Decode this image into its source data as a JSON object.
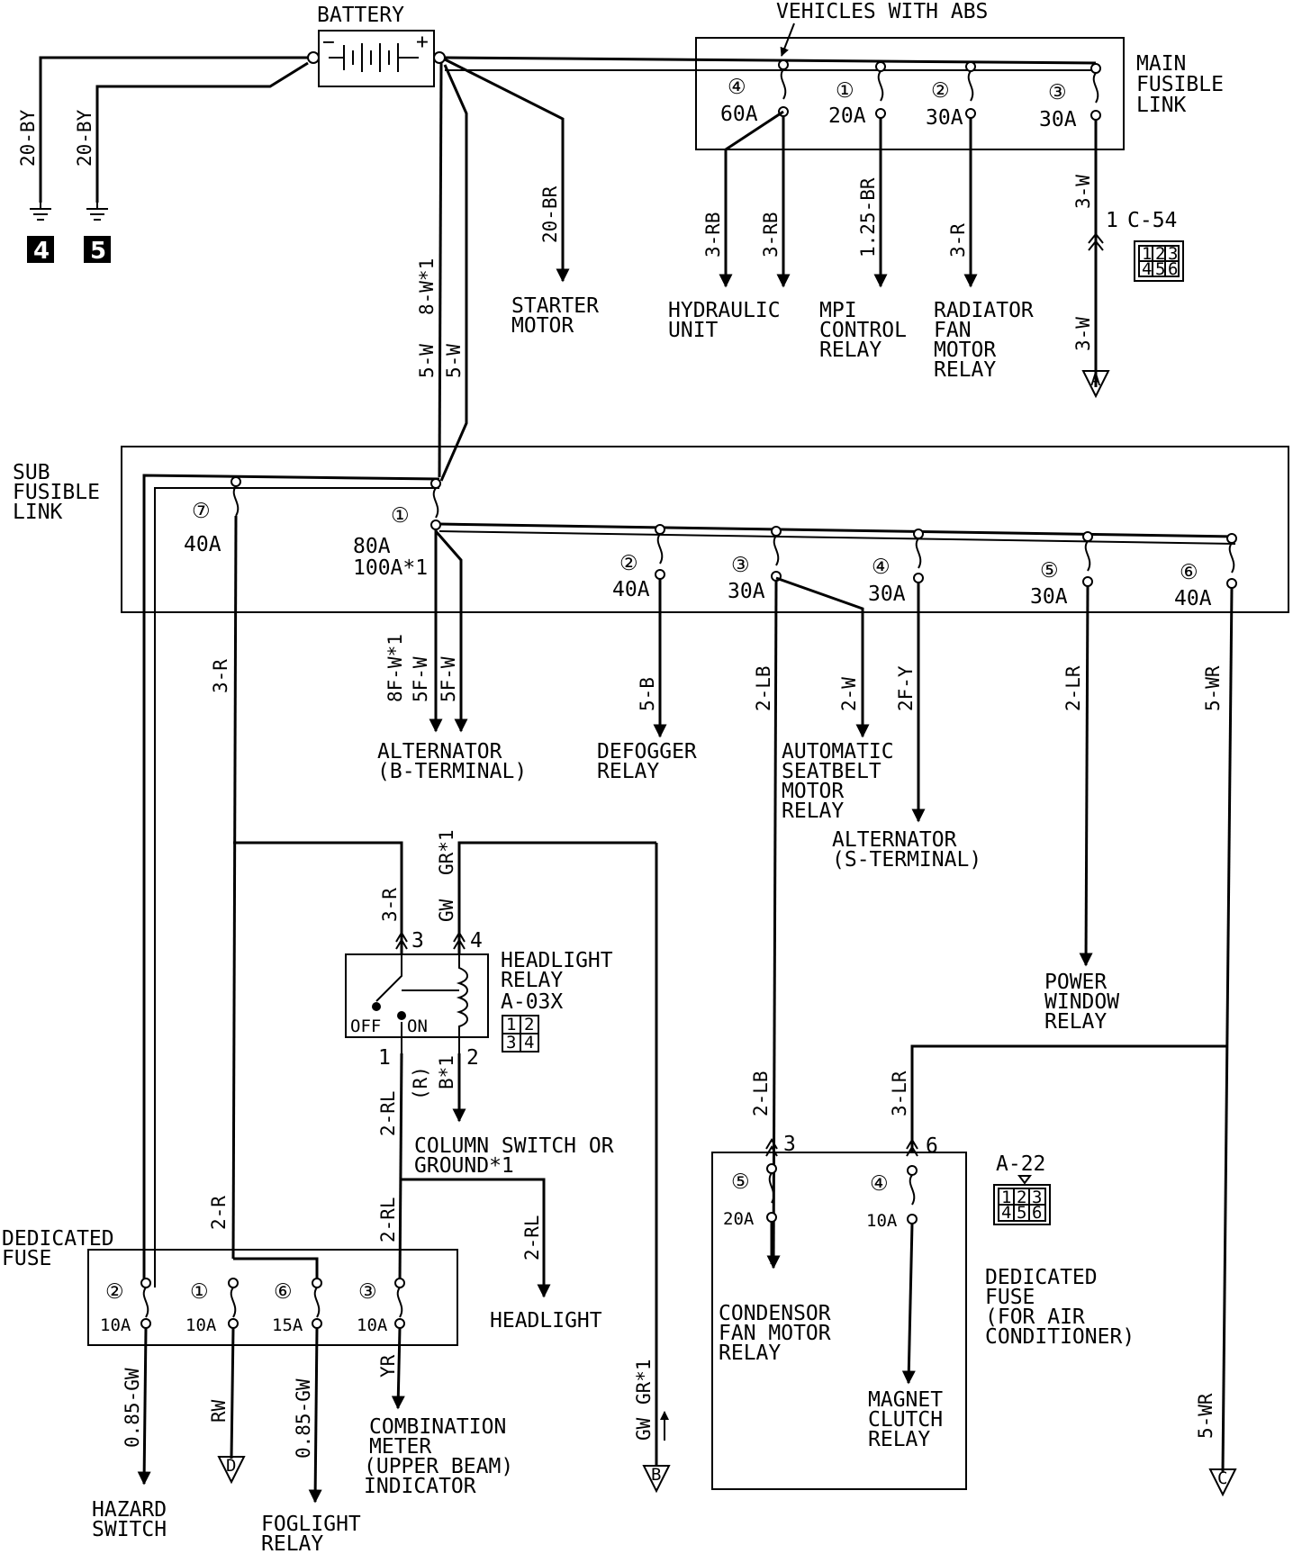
{
  "battery": {
    "label": "BATTERY",
    "minus": "−",
    "plus": "+"
  },
  "abs_note": "VEHICLES WITH ABS",
  "main_fusible_link": {
    "label": [
      "MAIN",
      "FUSIBLE",
      "LINK"
    ],
    "fuses": [
      {
        "num": "④",
        "amps": "60A"
      },
      {
        "num": "①",
        "amps": "20A"
      },
      {
        "num": "②",
        "amps": "30A"
      },
      {
        "num": "③",
        "amps": "30A"
      }
    ]
  },
  "sub_fusible_link": {
    "label": [
      "SUB",
      "FUSIBLE",
      "LINK"
    ],
    "fuses": [
      {
        "num": "⑦",
        "amps": "40A"
      },
      {
        "num": "①",
        "amps": "80A",
        "amps2": "100A*1"
      },
      {
        "num": "②",
        "amps": "40A"
      },
      {
        "num": "③",
        "amps": "30A"
      },
      {
        "num": "④",
        "amps": "30A"
      },
      {
        "num": "⑤",
        "amps": "30A"
      },
      {
        "num": "⑥",
        "amps": "40A"
      }
    ]
  },
  "grounds": [
    {
      "num": "4",
      "wire": "20-BY"
    },
    {
      "num": "5",
      "wire": "20-BY"
    }
  ],
  "wires": {
    "starter": "20-BR",
    "w5_a": "5-W",
    "w5_b": "5-W",
    "w8": "8-W*1",
    "rb1": "3-RB",
    "rb2": "3-RB",
    "br125": "1.25-BR",
    "r3_main": "3-R",
    "w3_top": "3-W",
    "w3_bottom": "3-W",
    "r3_sub": "3-R",
    "alt_b1": "8F-W*1",
    "alt_b2": "5F-W",
    "alt_b3": "5F-W",
    "b5": "5-B",
    "lb2": "2-LB",
    "w2": "2-W",
    "y2f": "2F-Y",
    "lr2": "2-LR",
    "wr5_top": "5-WR",
    "relay_3r": "3-R",
    "relay_gw": "GW",
    "relay_gr": "GR*1",
    "relay_rl": "2-RL",
    "relay_r": "(R)",
    "relay_b": "B*1",
    "rl2_b": "2-RL",
    "rl2_c": "2-RL",
    "r2": "2-R",
    "lb2_b": "2-LB",
    "lr3": "3-LR",
    "gw085_a": "0.85-GW",
    "rw": "RW",
    "gw085_b": "0.85-GW",
    "yr": "YR",
    "gw_b": "GW",
    "gr_b": "GR*1",
    "wr5_bottom": "5-WR"
  },
  "connector_c54": {
    "label": "C-54",
    "pin": "1",
    "pins": [
      "1",
      "2",
      "3",
      "4",
      "5",
      "6"
    ]
  },
  "destinations": {
    "starter": [
      "STARTER",
      "MOTOR"
    ],
    "hydraulic": [
      "HYDRAULIC",
      "UNIT"
    ],
    "mpi": [
      "MPI",
      "CONTROL",
      "RELAY"
    ],
    "radiator": [
      "RADIATOR",
      "FAN",
      "MOTOR",
      "RELAY"
    ],
    "alternator_b": [
      "ALTERNATOR",
      "(B-TERMINAL)"
    ],
    "defogger": [
      "DEFOGGER",
      "RELAY"
    ],
    "seatbelt": [
      "AUTOMATIC",
      "SEATBELT",
      "MOTOR",
      "RELAY"
    ],
    "alternator_s": [
      "ALTERNATOR",
      "(S-TERMINAL)"
    ],
    "power_window": [
      "POWER",
      "WINDOW",
      "RELAY"
    ],
    "column_switch": [
      "COLUMN SWITCH OR",
      "GROUND*1"
    ],
    "headlight": "HEADLIGHT",
    "condensor": [
      "CONDENSOR",
      "FAN MOTOR",
      "RELAY"
    ],
    "magnet_clutch": [
      "MAGNET",
      "CLUTCH",
      "RELAY"
    ],
    "hazard": [
      "HAZARD",
      "SWITCH"
    ],
    "foglight": [
      "FOGLIGHT",
      "RELAY"
    ],
    "combination_meter": [
      "COMBINATION",
      "METER",
      "(UPPER BEAM)",
      "INDICATOR"
    ]
  },
  "headlight_relay": {
    "label": [
      "HEADLIGHT",
      "RELAY",
      "A-03X"
    ],
    "pins": [
      "1",
      "2",
      "3",
      "4"
    ],
    "off": "OFF",
    "on": "ON"
  },
  "dedicated_fuse": {
    "label": [
      "DEDICATED",
      "FUSE"
    ],
    "fuses": [
      {
        "num": "②",
        "amps": "10A"
      },
      {
        "num": "①",
        "amps": "10A"
      },
      {
        "num": "⑥",
        "amps": "15A"
      },
      {
        "num": "③",
        "amps": "10A"
      }
    ]
  },
  "ac_fuse": {
    "label": [
      "DEDICATED",
      "FUSE",
      "(FOR AIR",
      "CONDITIONER)"
    ],
    "connector": "A-22",
    "pins": [
      "1",
      "2",
      "3",
      "4",
      "5",
      "6"
    ],
    "pin_a": "3",
    "pin_b": "6",
    "fuses": [
      {
        "num": "⑤",
        "amps": "20A"
      },
      {
        "num": "④",
        "amps": "10A"
      }
    ]
  },
  "refs": {
    "A": "A",
    "B": "B",
    "C": "C",
    "D": "D"
  }
}
